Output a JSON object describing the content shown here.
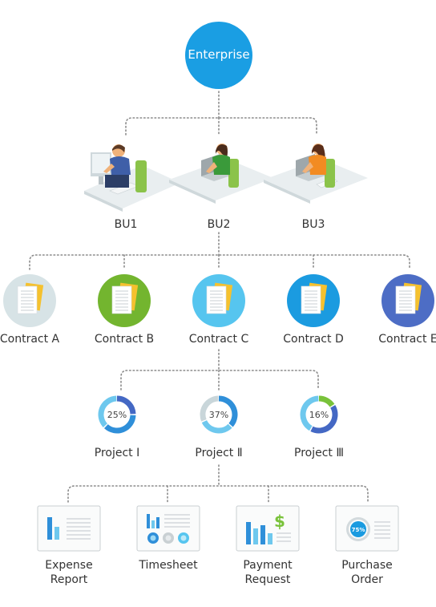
{
  "root": {
    "label": "Enterprise",
    "color": "#1a9ee3"
  },
  "business_units": [
    {
      "label": "BU1",
      "icon": "male-worker-at-desktop-icon"
    },
    {
      "label": "BU2",
      "icon": "female-worker-at-laptop-icon"
    },
    {
      "label": "BU3",
      "icon": "female-worker-at-laptop-icon"
    }
  ],
  "contracts": [
    {
      "label": "Contract A",
      "color": "#d7e3e6"
    },
    {
      "label": "Contract B",
      "color": "#73b52f"
    },
    {
      "label": "Contract C",
      "color": "#56c5ef"
    },
    {
      "label": "Contract D",
      "color": "#1b9be0"
    },
    {
      "label": "Contract E",
      "color": "#4d6dc5"
    }
  ],
  "projects": [
    {
      "label": "Project Ⅰ",
      "percent": 25,
      "percent_label": "25%"
    },
    {
      "label": "Project Ⅱ",
      "percent": 37,
      "percent_label": "37%"
    },
    {
      "label": "Project Ⅲ",
      "percent": 16,
      "percent_label": "16%"
    }
  ],
  "documents": [
    {
      "label_lines": [
        "Expense",
        "Report"
      ],
      "icon": "expense-report-icon"
    },
    {
      "label_lines": [
        "Timesheet"
      ],
      "icon": "timesheet-icon"
    },
    {
      "label_lines": [
        "Payment",
        "Request"
      ],
      "icon": "payment-request-icon"
    },
    {
      "label_lines": [
        "Purchase",
        "Order"
      ],
      "icon": "purchase-order-icon",
      "badge": "75%"
    }
  ],
  "colors": {
    "connector": "#8a8a8a",
    "ring_blue": "#2f8fd9",
    "ring_light": "#6ec8ee",
    "ring_dark": "#4468c4",
    "ring_green": "#79c23a",
    "ring_grey": "#c9d6da",
    "doc_yellow": "#f5c12e"
  }
}
